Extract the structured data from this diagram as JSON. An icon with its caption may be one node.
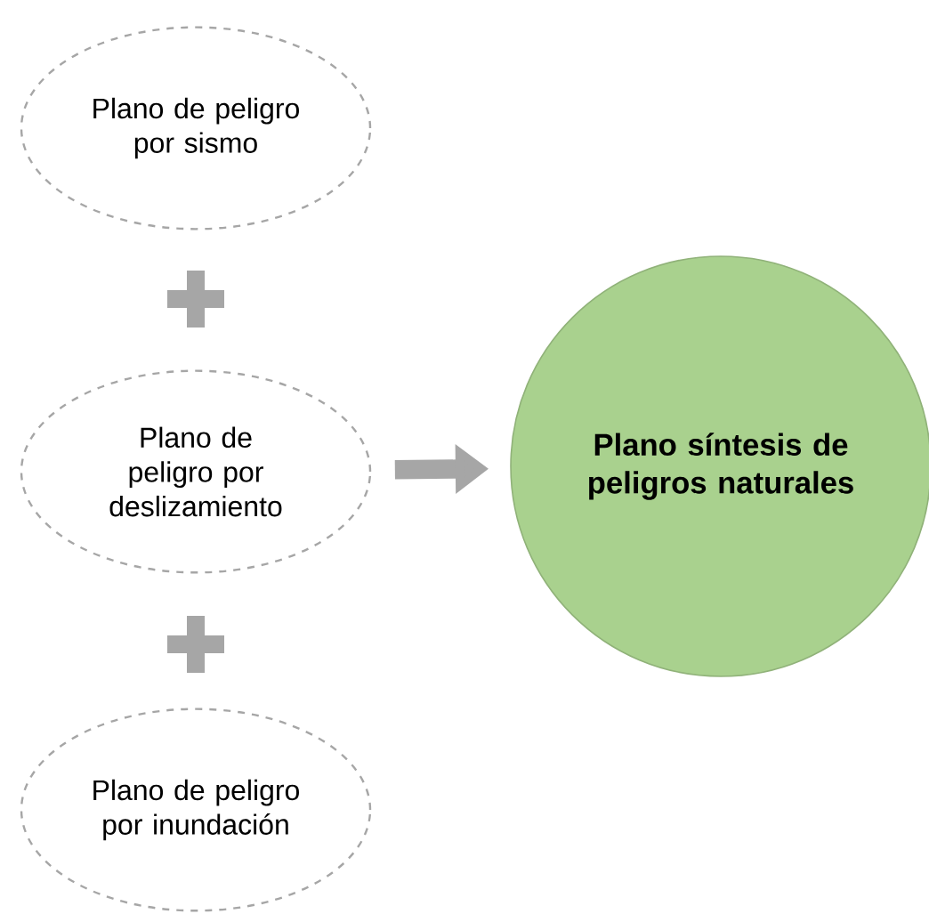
{
  "diagram": {
    "nodes": [
      {
        "text": [
          "Plano de peligro por sismo"
        ]
      },
      {
        "text": [
          "Plano de peligro por deslizamiento"
        ]
      },
      {
        "text": [
          "Plano de peligro por inundación"
        ]
      },
      {
        "text": [
          "Plano síntesis de peligros naturales"
        ]
      }
    ],
    "edges": [
      {
        "from": 1,
        "to": 3,
        "arrow": "to"
      }
    ]
  }
}
